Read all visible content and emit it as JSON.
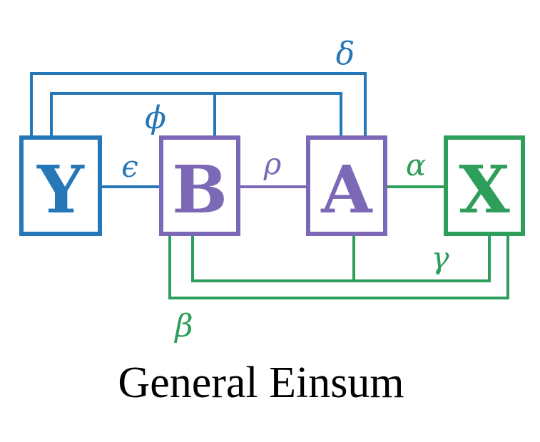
{
  "colors": {
    "blue": "#2677b8",
    "purple": "#7b68b6",
    "green": "#2e9e5b",
    "background": "#ffffff",
    "text": "#000000"
  },
  "nodes": {
    "Y": {
      "label": "Y",
      "color": "blue"
    },
    "B": {
      "label": "B",
      "color": "purple"
    },
    "A": {
      "label": "A",
      "color": "purple"
    },
    "X": {
      "label": "X",
      "color": "green"
    }
  },
  "edges": {
    "delta": {
      "label": "δ",
      "color": "blue"
    },
    "phi": {
      "label": "ϕ",
      "color": "blue"
    },
    "epsilon": {
      "label": "ϵ",
      "color": "blue"
    },
    "rho": {
      "label": "ρ",
      "color": "purple"
    },
    "alpha": {
      "label": "α",
      "color": "green"
    },
    "gamma": {
      "label": "γ",
      "color": "green"
    },
    "beta": {
      "label": "β",
      "color": "green"
    }
  },
  "caption": "General Einsum"
}
